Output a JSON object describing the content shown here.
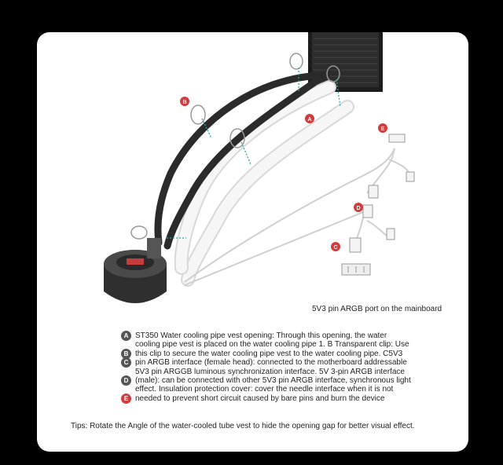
{
  "caption": "5V3 pin ARGB port on the mainboard",
  "badges": {
    "a": "A",
    "b": "B",
    "c": "C",
    "d": "D",
    "e": "E"
  },
  "legend": {
    "lines": [
      {
        "badge": "A",
        "text": "ST350 Water cooling pipe vest opening: Through this opening, the water"
      },
      {
        "badge": "",
        "text": "cooling pipe vest is placed on the water cooling pipe 1. B Transparent clip: Use"
      },
      {
        "badge": "B",
        "text": "this clip to secure the water cooling pipe vest to the water cooling pipe. C5V3"
      },
      {
        "badge": "C",
        "text": "pin ARGB interface (female head): connected to the motherboard addressable"
      },
      {
        "badge": "",
        "text": "5V3 pin ARGGB luminous synchronization interface. 5V 3-pin ARGB interface"
      },
      {
        "badge": "D",
        "text": "(male): can be connected with other 5V3 pin ARGB interface, synchronous light"
      },
      {
        "badge": "",
        "text": "effect. Insulation protection cover: cover the needle interface when it is not"
      },
      {
        "badge": "E",
        "text": "needed to prevent short circuit caused by bare pins and burn the device"
      }
    ]
  },
  "tips": "Tips: Rotate the Angle of the water-cooled tube vest to hide the opening gap for better visual effect.",
  "colors": {
    "badge_red": "#d23c3c",
    "badge_gray": "#555555",
    "arrow_teal": "#2aa6a0",
    "tube_dark": "#2b2b2b",
    "vest_white": "#f4f4f4"
  }
}
